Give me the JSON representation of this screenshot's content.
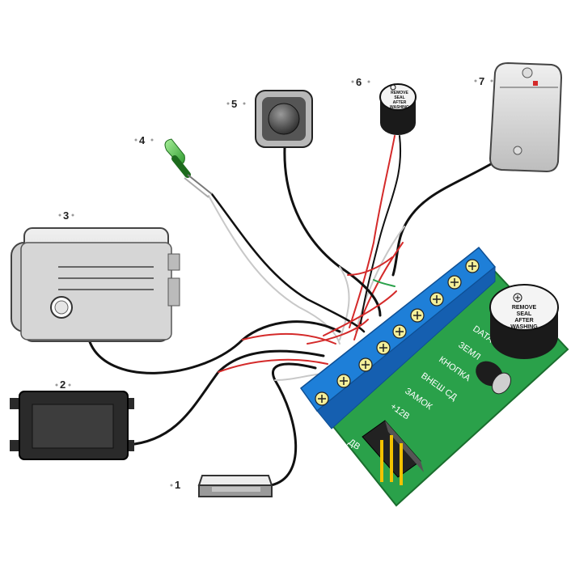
{
  "callouts": {
    "n1": "1",
    "n2": "2",
    "n3": "3",
    "n4": "4",
    "n5": "5",
    "n6": "6",
    "n7": "7"
  },
  "board_labels": {
    "data": "DATA",
    "ground": "ЗЕМЛ",
    "button": "КНОПКА",
    "ext_led": "ВНЕШ СД",
    "lock": "ЗАМОК",
    "plus12": "+12В",
    "door": "ДВ"
  },
  "buzzer_seal": {
    "line1": "REMOVE",
    "line2": "SEAL",
    "line3": "AFTER",
    "line4": "WASHING"
  },
  "colors": {
    "board_green": "#2aa14a",
    "terminal_blue": "#1e7fd8",
    "wire_black": "#111111",
    "wire_red": "#d42a2a",
    "wire_white": "#c8c8c8",
    "led_green": "#3fbf3f"
  }
}
